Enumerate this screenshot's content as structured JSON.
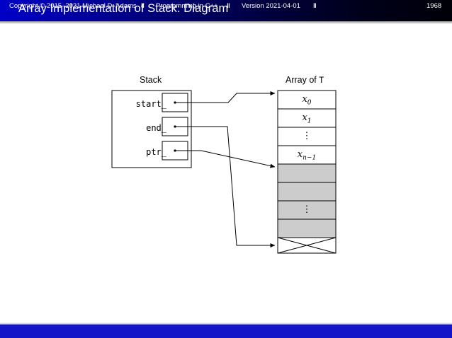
{
  "slide": {
    "title": "Array Implementation of Stack: Diagram"
  },
  "footer": {
    "copyright": "Copyright © 2015–2021 Michael D. Adams",
    "separator": "‖",
    "course": "Programming in C++",
    "version": "Version 2021-04-01",
    "page_number": "1968"
  },
  "diagram": {
    "stack": {
      "heading": "Stack",
      "fields": [
        {
          "name": "start_",
          "target_cell": 0
        },
        {
          "name": "end_",
          "target_cell": 8
        },
        {
          "name": "ptr_",
          "target_cell": 4
        }
      ]
    },
    "array": {
      "heading_prefix": "Array of ",
      "heading_type": "T",
      "cells": [
        {
          "label": "x",
          "sub": "0",
          "kind": "value",
          "fill": "#ffffff"
        },
        {
          "label": "x",
          "sub": "1",
          "kind": "value",
          "fill": "#ffffff"
        },
        {
          "label": "⋮",
          "sub": "",
          "kind": "dots",
          "fill": "#ffffff"
        },
        {
          "label": "x",
          "sub": "n−1",
          "kind": "value",
          "fill": "#ffffff"
        },
        {
          "label": "",
          "sub": "",
          "kind": "empty",
          "fill": "#cccccc"
        },
        {
          "label": "",
          "sub": "",
          "kind": "empty",
          "fill": "#cccccc"
        },
        {
          "label": "⋮",
          "sub": "",
          "kind": "dots",
          "fill": "#cccccc"
        },
        {
          "label": "",
          "sub": "",
          "kind": "empty",
          "fill": "#cccccc"
        },
        {
          "label": "",
          "sub": "",
          "kind": "crossed",
          "fill": "#ffffff"
        }
      ]
    }
  },
  "colors": {
    "title_gradient_start": "#0000c8",
    "title_gradient_end": "#000008",
    "footer_background": "#1414c8",
    "cell_gray": "#cccccc",
    "stroke": "#000000"
  }
}
